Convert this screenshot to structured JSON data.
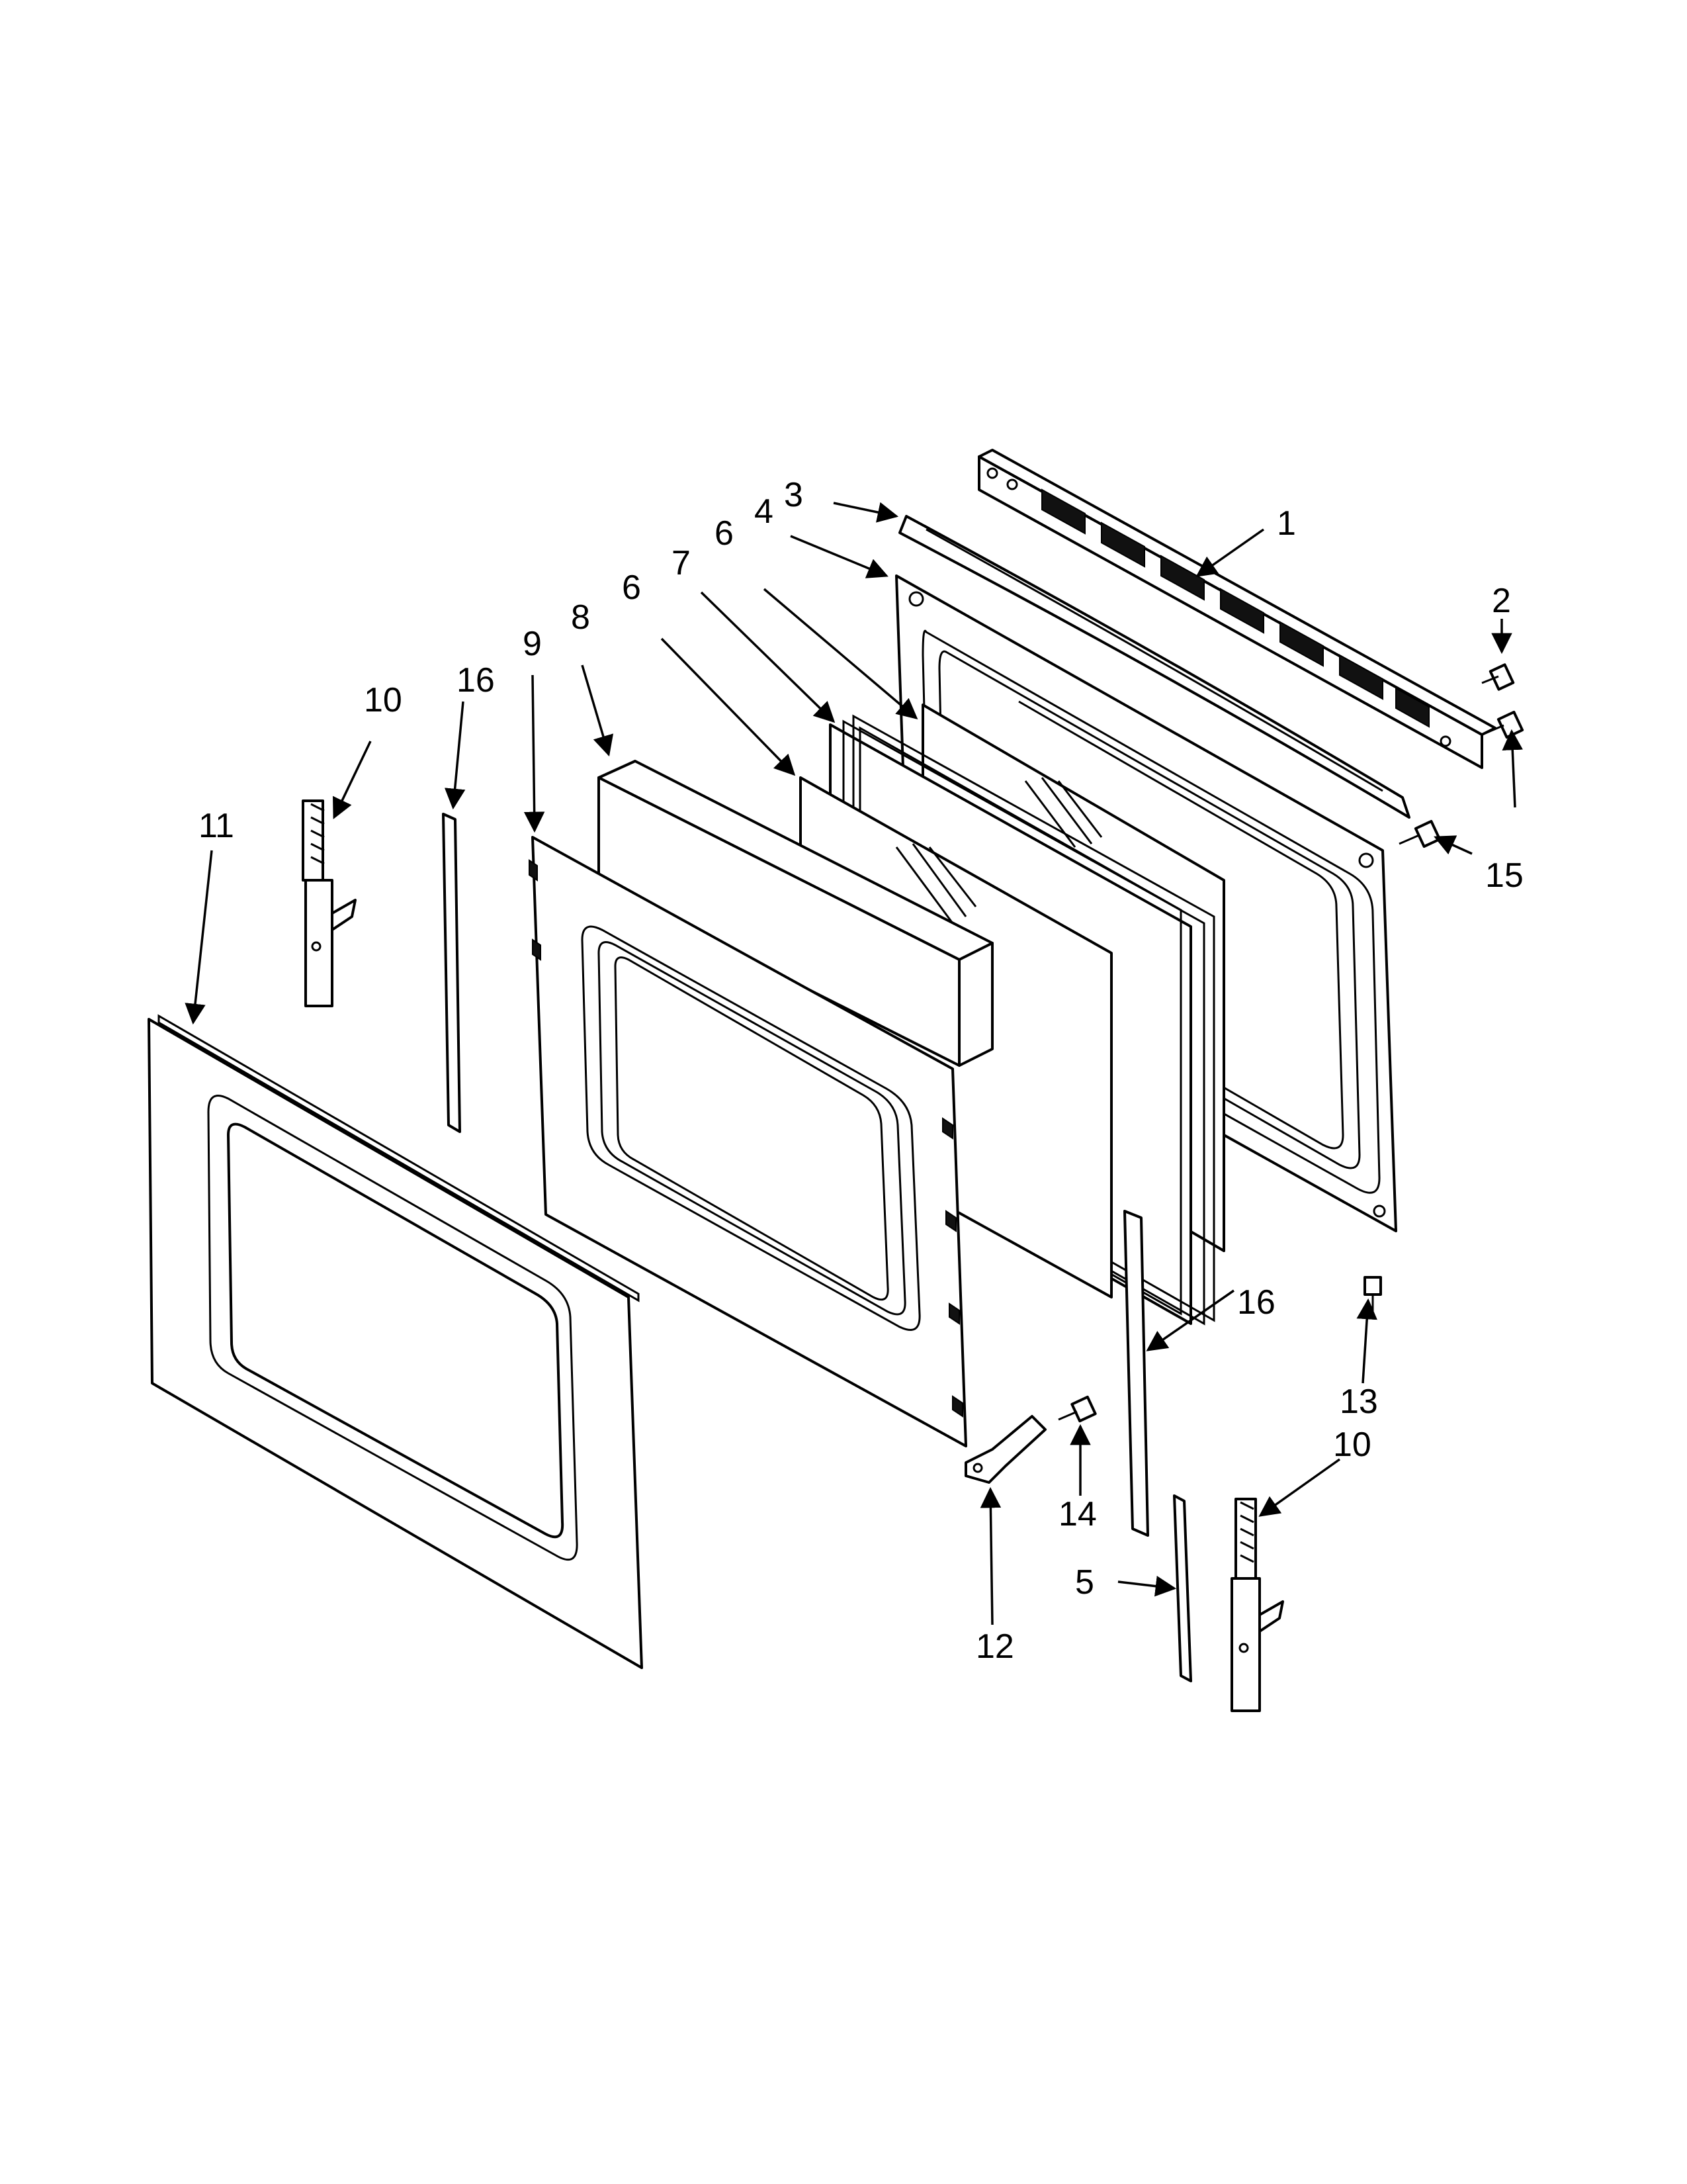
{
  "callouts": [
    {
      "id": "c1",
      "text": "1"
    },
    {
      "id": "c2",
      "text": "2"
    },
    {
      "id": "c3",
      "text": "3"
    },
    {
      "id": "c4",
      "text": "4"
    },
    {
      "id": "c5",
      "text": "5"
    },
    {
      "id": "c6a",
      "text": "6"
    },
    {
      "id": "c6b",
      "text": "6"
    },
    {
      "id": "c7",
      "text": "7"
    },
    {
      "id": "c8",
      "text": "8"
    },
    {
      "id": "c9",
      "text": "9"
    },
    {
      "id": "c10a",
      "text": "10"
    },
    {
      "id": "c10b",
      "text": "10"
    },
    {
      "id": "c11",
      "text": "11"
    },
    {
      "id": "c12",
      "text": "12"
    },
    {
      "id": "c13",
      "text": "13"
    },
    {
      "id": "c14",
      "text": "14"
    },
    {
      "id": "c15",
      "text": "15"
    },
    {
      "id": "c16a",
      "text": "16"
    },
    {
      "id": "c16b",
      "text": "16"
    }
  ]
}
